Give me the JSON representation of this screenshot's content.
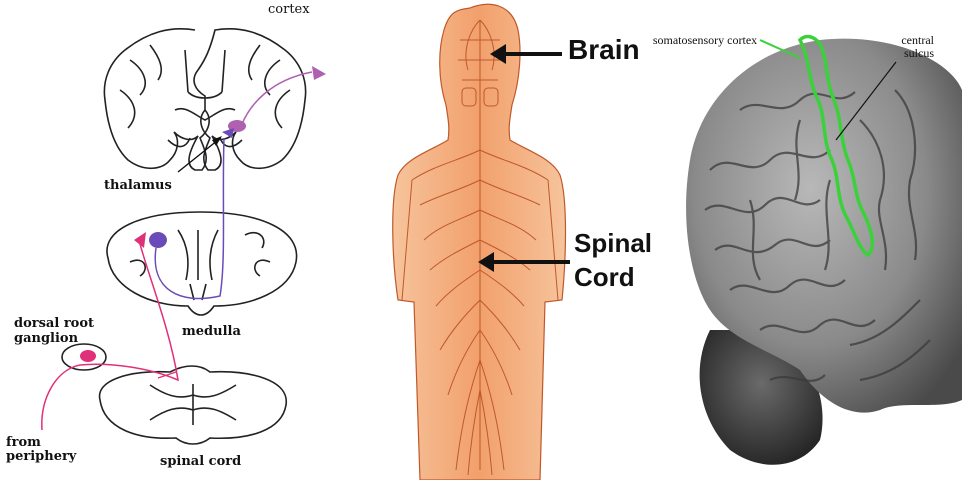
{
  "left_diagram": {
    "labels": {
      "cortex": "cortex",
      "thalamus": "thalamus",
      "medulla": "medulla",
      "dorsal_root_ganglion": "dorsal root ganglion",
      "from_periphery": "from periphery",
      "spinal_cord": "spinal cord"
    },
    "colors": {
      "pathway_magenta": "#e0307a",
      "pathway_purple": "#6a4bb8",
      "pathway_violet": "#b060b0",
      "outline": "#222222"
    }
  },
  "middle_figure": {
    "labels": {
      "brain": "Brain",
      "spinal_cord": "Spinal Cord"
    },
    "colors": {
      "body_fill": "#f3a472",
      "nerve_lines": "#c0582a",
      "arrow": "#111111"
    }
  },
  "right_photo": {
    "labels": {
      "somatosensory_cortex": "somatosensory cortex",
      "central_sulcus": "central sulcus"
    },
    "colors": {
      "highlight": "#3bd13b",
      "brain_gray": "#8a8a8a"
    }
  }
}
